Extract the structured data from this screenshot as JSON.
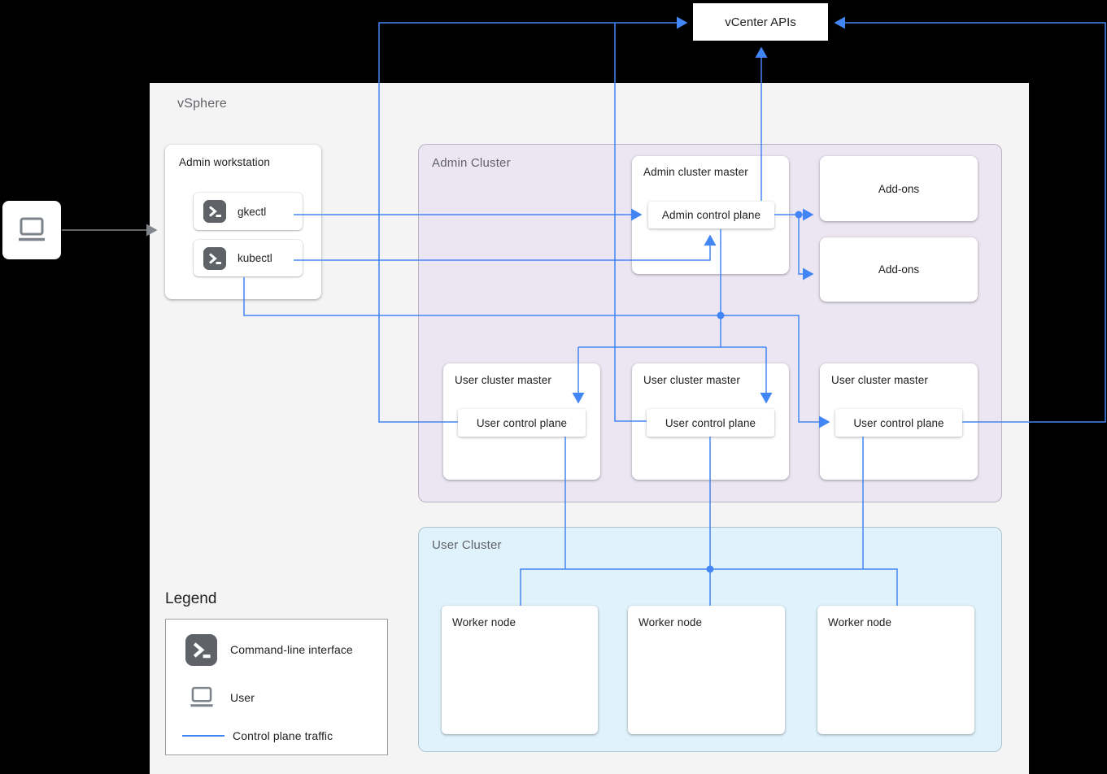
{
  "colors": {
    "accent_blue": "#4285f4",
    "vsphere_gray": "#f4f4f4",
    "admin_cluster_purple": "#ebe6f2",
    "user_cluster_blue": "#e0f3fc",
    "icon_gray": "#7d838a",
    "terminal_dark": "#5f6368",
    "label_gray": "#5f6368",
    "text_dark": "#202124"
  },
  "vcenter": {
    "label": "vCenter APIs"
  },
  "vsphere": {
    "label": "vSphere"
  },
  "user_source": {
    "icon": "laptop-icon"
  },
  "admin_workstation": {
    "title": "Admin workstation",
    "tools": [
      {
        "icon": "terminal-icon",
        "label": "gkectl"
      },
      {
        "icon": "terminal-icon",
        "label": "kubectl"
      }
    ]
  },
  "admin_cluster": {
    "label": "Admin Cluster",
    "admin_master": {
      "title": "Admin cluster master",
      "control_plane": "Admin control plane"
    },
    "addons": [
      {
        "label": "Add-ons"
      },
      {
        "label": "Add-ons"
      }
    ],
    "user_masters": [
      {
        "title": "User cluster master",
        "control_plane": "User control plane"
      },
      {
        "title": "User cluster master",
        "control_plane": "User control plane"
      },
      {
        "title": "User cluster master",
        "control_plane": "User control plane"
      }
    ]
  },
  "user_cluster": {
    "label": "User Cluster",
    "workers": [
      {
        "label": "Worker node"
      },
      {
        "label": "Worker node"
      },
      {
        "label": "Worker node"
      }
    ]
  },
  "legend": {
    "title": "Legend",
    "items": [
      {
        "icon": "terminal-icon",
        "label": "Command-line interface"
      },
      {
        "icon": "laptop-icon",
        "label": "User"
      },
      {
        "icon": "control-plane-line",
        "label": "Control plane traffic"
      }
    ]
  }
}
